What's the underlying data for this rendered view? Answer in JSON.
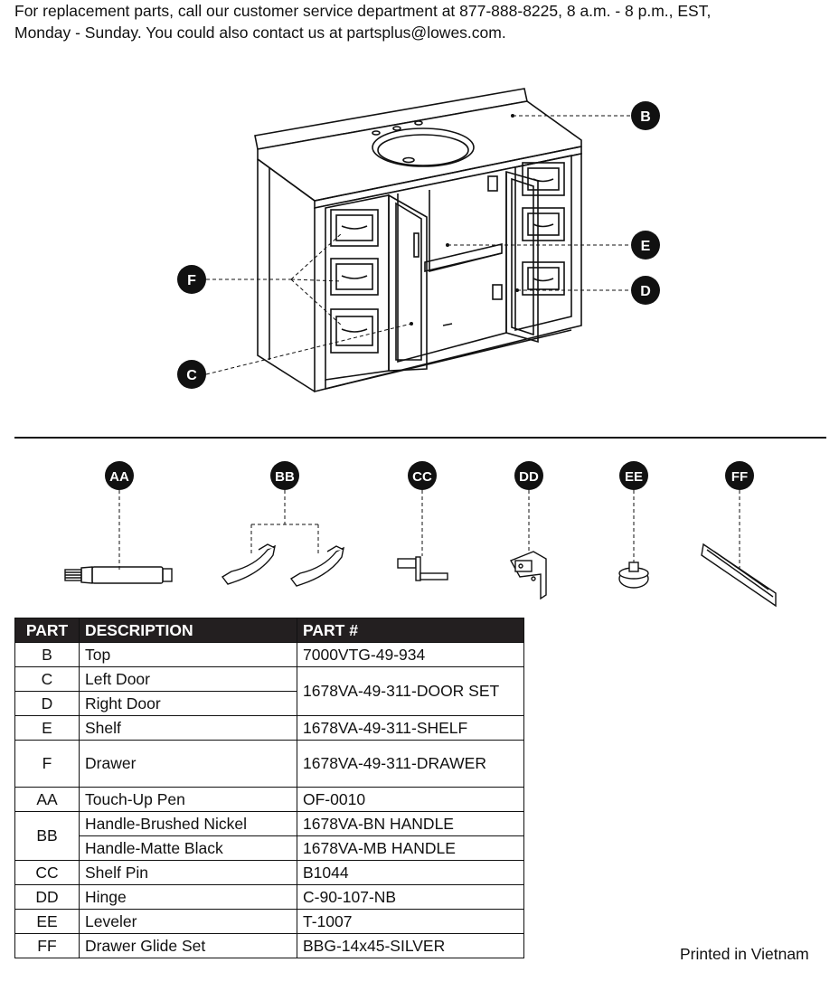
{
  "intro": {
    "line1": "For replacement parts, call our customer service department at 877-888-8225, 8 a.m. - 8 p.m., EST,",
    "line2": "Monday - Sunday. You could also contact us at partsplus@lowes.com."
  },
  "callouts": {
    "B": "B",
    "C": "C",
    "D": "D",
    "E": "E",
    "F": "F",
    "AA": "AA",
    "BB": "BB",
    "CC": "CC",
    "DD": "DD",
    "EE": "EE",
    "FF": "FF"
  },
  "table": {
    "headers": [
      "PART",
      "DESCRIPTION",
      "PART #"
    ],
    "rows": [
      {
        "part": "B",
        "desc": "Top",
        "pn": "7000VTG-49-934"
      },
      {
        "part": "C",
        "desc": "Left Door",
        "pn": "1678VA-49-311-DOOR SET"
      },
      {
        "part": "D",
        "desc": "Right Door"
      },
      {
        "part": "E",
        "desc": "Shelf",
        "pn": "1678VA-49-311-SHELF"
      },
      {
        "part": "F",
        "desc": "Drawer",
        "pn": "1678VA-49-311-DRAWER"
      },
      {
        "part": "AA",
        "desc": "Touch-Up Pen",
        "pn": "OF-0010"
      },
      {
        "part": "BB",
        "desc": "Handle-Brushed Nickel",
        "pn": "1678VA-BN HANDLE"
      },
      {
        "desc": "Handle-Matte Black",
        "pn": "1678VA-MB HANDLE"
      },
      {
        "part": "CC",
        "desc": "Shelf Pin",
        "pn": "B1044"
      },
      {
        "part": "DD",
        "desc": "Hinge",
        "pn": "C-90-107-NB"
      },
      {
        "part": "EE",
        "desc": "Leveler",
        "pn": "T-1007"
      },
      {
        "part": "FF",
        "desc": "Drawer Glide Set",
        "pn": "BBG-14x45-SILVER"
      }
    ]
  },
  "footer": {
    "printed": "Printed in Vietnam"
  }
}
